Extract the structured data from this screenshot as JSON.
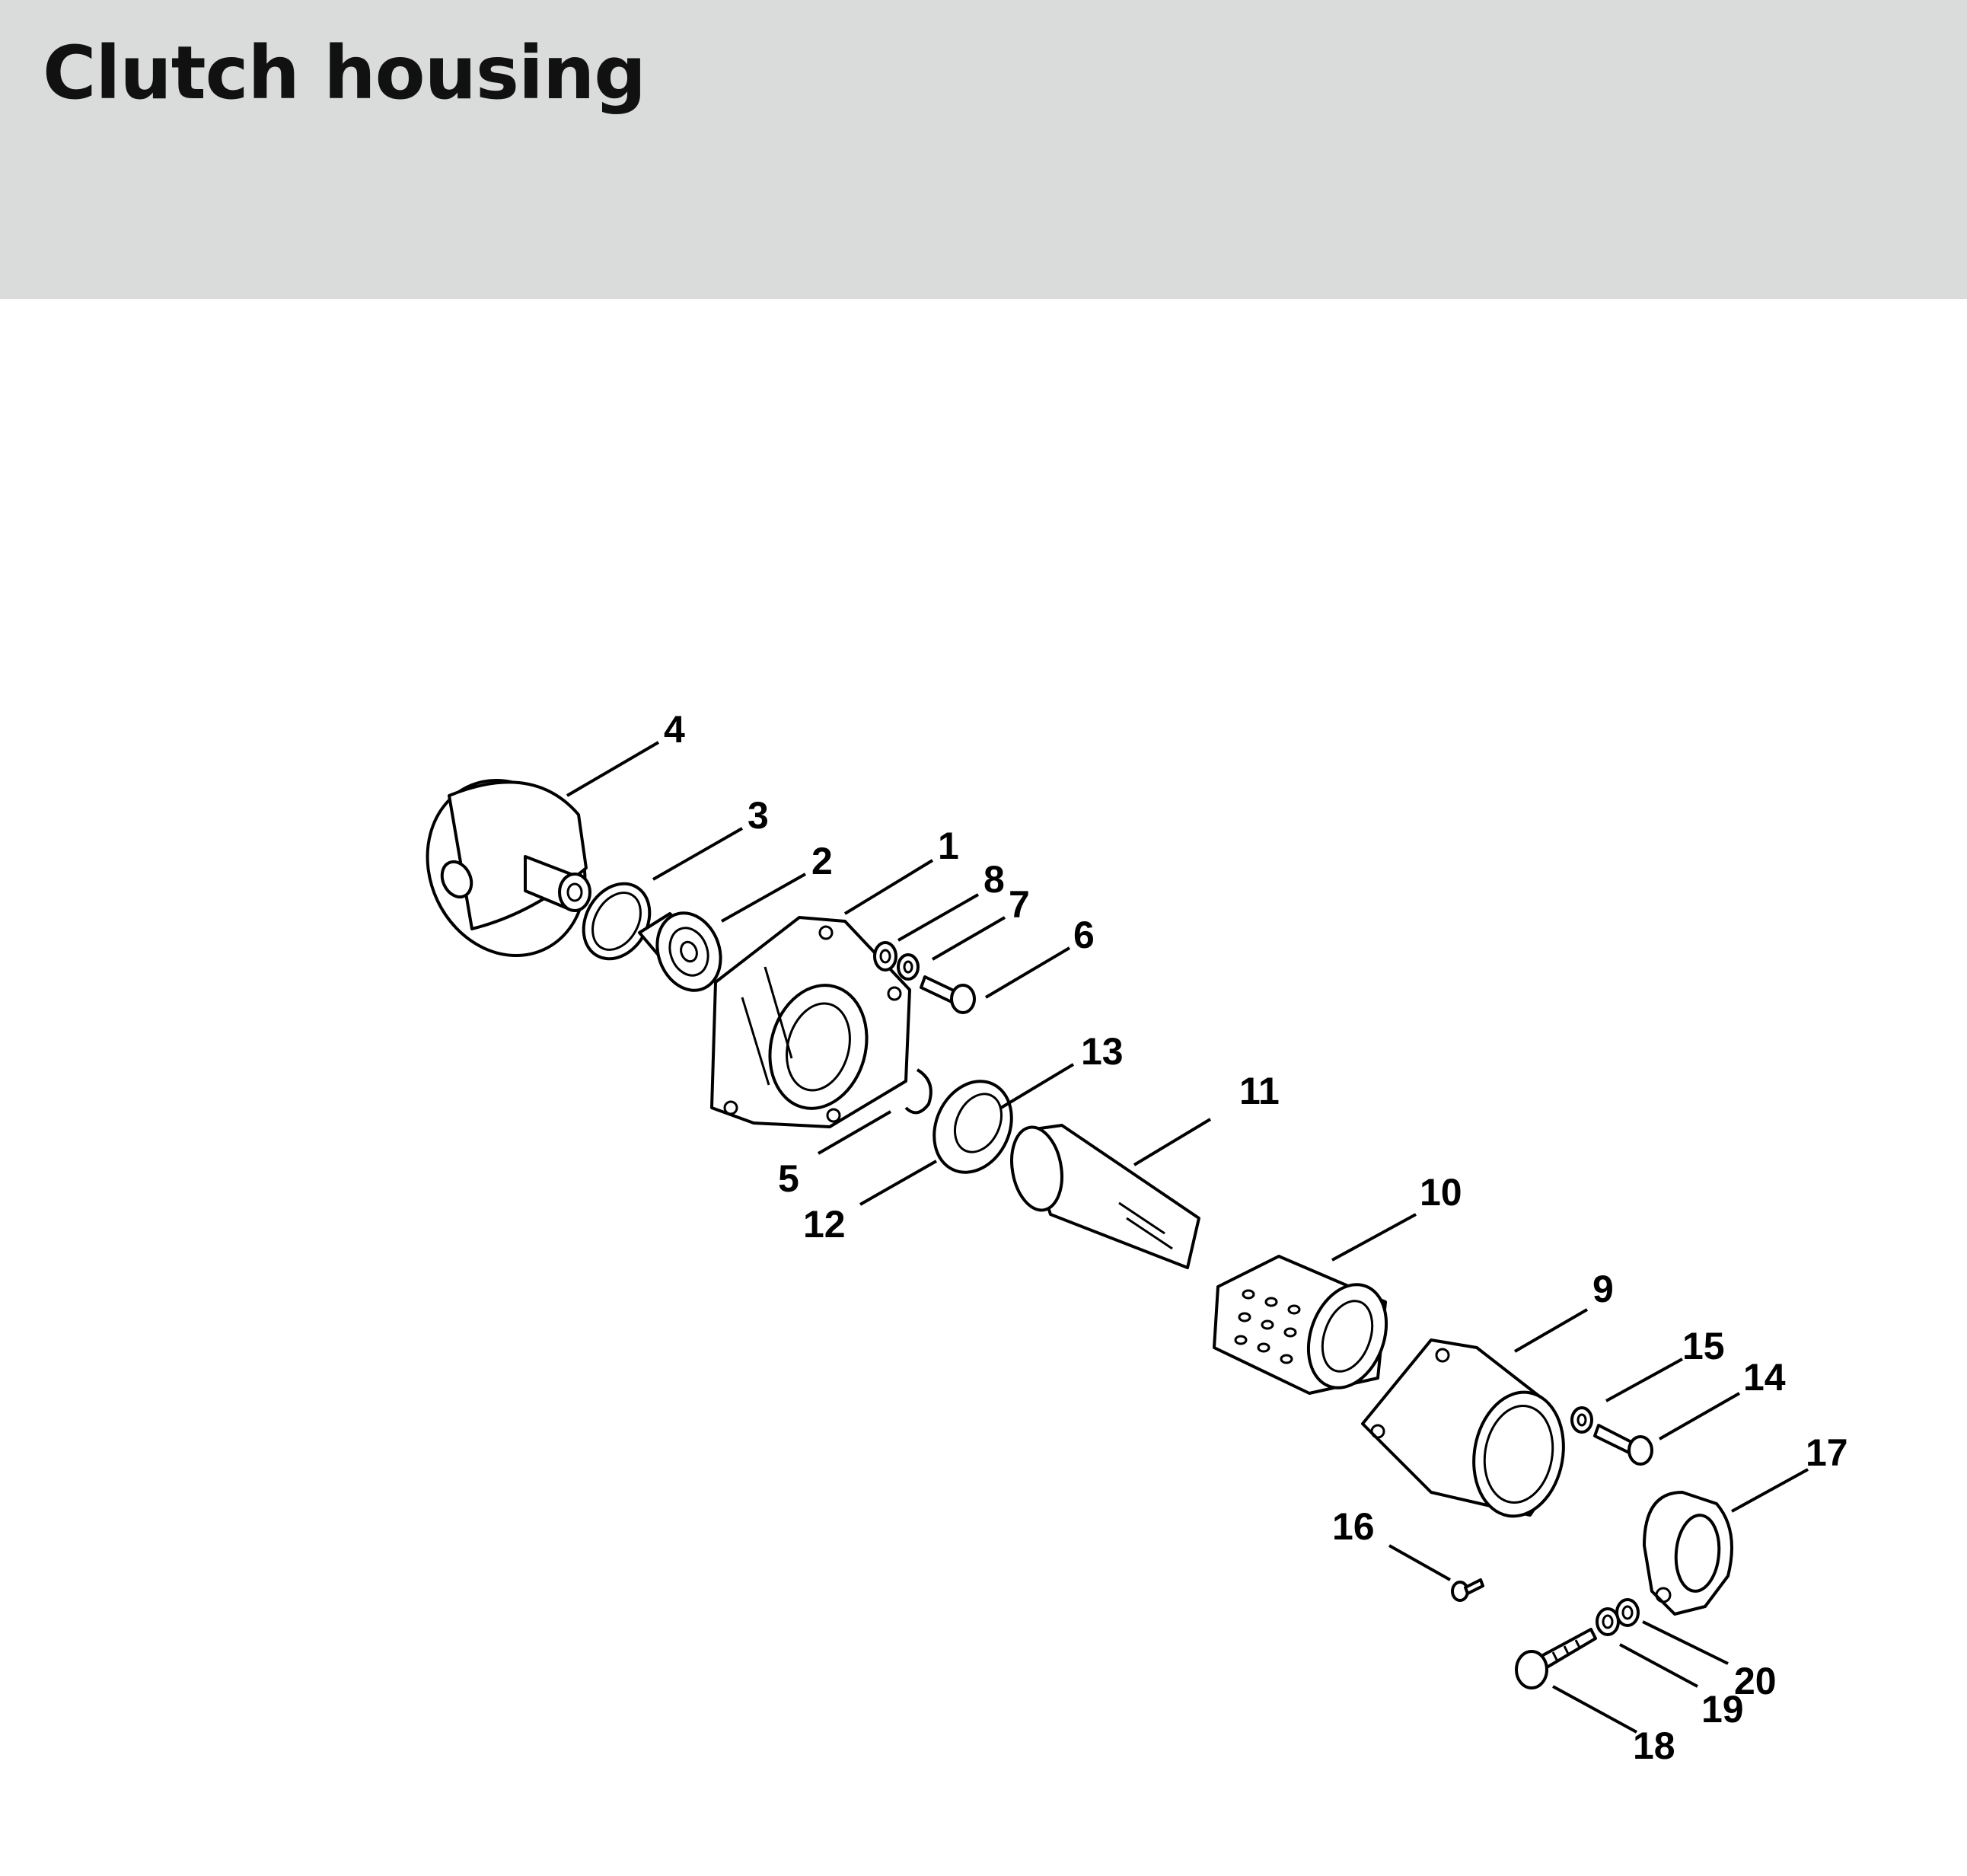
{
  "header": {
    "title": "Clutch housing"
  },
  "diagram": {
    "callouts": [
      "4",
      "3",
      "2",
      "1",
      "8",
      "7",
      "6",
      "13",
      "11",
      "5",
      "12",
      "10",
      "9",
      "15",
      "14",
      "17",
      "16",
      "20",
      "19",
      "18"
    ]
  }
}
